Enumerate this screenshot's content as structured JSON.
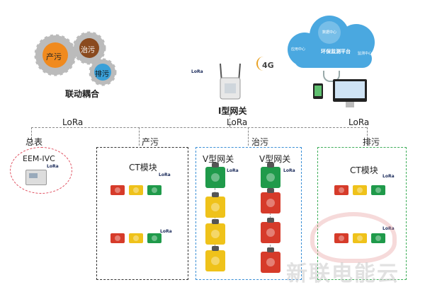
{
  "coupling": {
    "gear1": "产污",
    "gear2": "治污",
    "gear3": "排污",
    "label": "联动耦合"
  },
  "gateway": {
    "label": "I型网关",
    "lora": "LoRa",
    "signal": "4G"
  },
  "cloud": {
    "title": "环保监测平台",
    "node_top": "数据中心",
    "node_left": "应用中心",
    "node_right": "监测中心"
  },
  "network": {
    "lora_left": "LoRa",
    "lora_center": "LoRa",
    "lora_right": "LoRa"
  },
  "sections": {
    "total": "总表",
    "production": "产污",
    "treatment": "治污",
    "discharge": "排污"
  },
  "meter": {
    "label": "EEM-IVC",
    "lora": "LoRa"
  },
  "production_box": {
    "module": "CT模块",
    "lora1": "LoRa",
    "lora2": "LoRa"
  },
  "treatment_box": {
    "gw1": "V型网关",
    "gw2": "V型网关",
    "lora1": "LoRa",
    "lora2": "LoRa"
  },
  "discharge_box": {
    "module": "CT模块",
    "lora1": "LoRa",
    "lora2": "LoRa"
  },
  "watermark": "新联电能云",
  "colors": {
    "total_border": "#e05060",
    "production_border": "#333333",
    "treatment_border": "#3a8fd6",
    "discharge_border": "#3fae5a",
    "gear_orange": "#f08a1e",
    "gear_brown": "#8a4a1e",
    "gear_blue": "#3aa0d8",
    "cloud": "#4aa8e0"
  }
}
